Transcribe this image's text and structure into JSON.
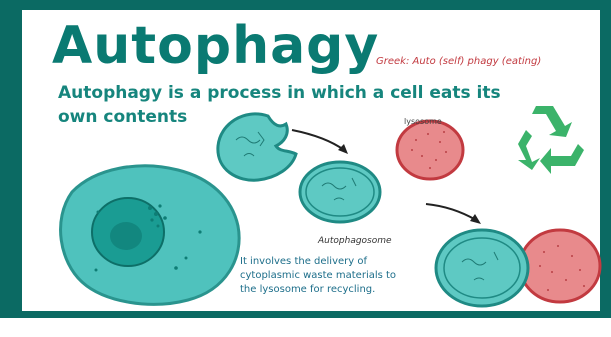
{
  "title": "Autophagy",
  "subtitle": "Greek: Auto (self) phagy (eating)",
  "definition": {
    "line1": "Autophagy is a process in which a cell eats its",
    "line2": "own contents"
  },
  "labels": {
    "lysosome": "lysosome",
    "autophagosome": "Autophagosome"
  },
  "description": {
    "line1": "It involves the delivery of",
    "line2": "cytoplasmic waste materials to",
    "line3": "the lysosome for recycling."
  },
  "colors": {
    "border": "#0b6a63",
    "teal": "#16857d",
    "cell_fill": "#4fc2bd",
    "lysosome_fill": "#e88a8c",
    "lysosome_stroke": "#c23a40",
    "recycle": "#3bb36a"
  },
  "icons": {
    "recycle": "recycle-icon",
    "arrow": "curved-arrow-icon"
  }
}
